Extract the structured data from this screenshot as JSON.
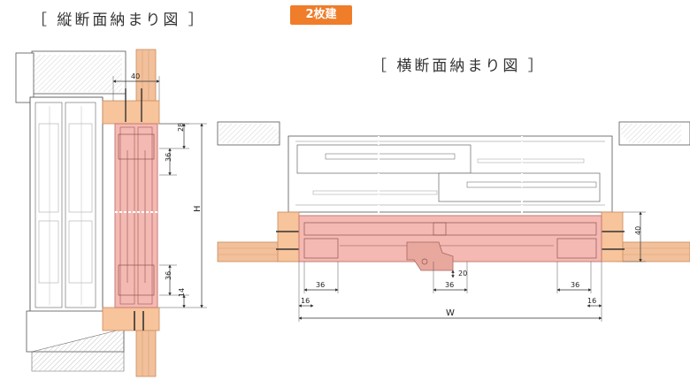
{
  "titles": {
    "vertical": "［ 縦断面納まり図 ］",
    "horizontal": "［ 横断面納まり図 ］",
    "badge": "2枚建"
  },
  "vertical_dims": {
    "d40": "40",
    "d28": "28",
    "d36_top": "36",
    "H": "H",
    "d36_bottom": "36",
    "d14": "14"
  },
  "horizontal_dims": {
    "d40": "40",
    "d36_left": "36",
    "d16_left": "16",
    "d36_mid": "36",
    "d20": "20",
    "d36_right": "36",
    "d16_right": "16",
    "W": "W"
  },
  "colors": {
    "accent": "#ef7d2a",
    "screen_fill": "#f4b9b2",
    "screen_stroke": "#c77a72",
    "wood": "#f2c09a",
    "block": "#f7c49b"
  }
}
